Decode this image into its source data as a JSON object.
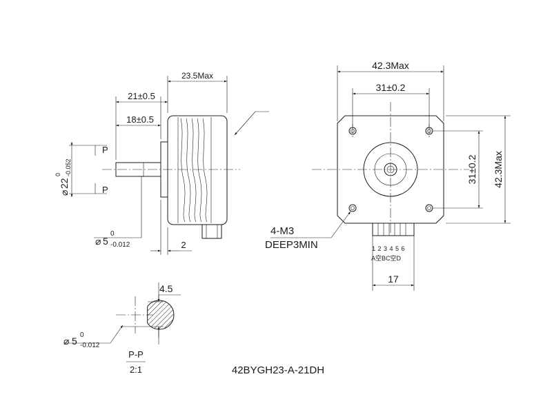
{
  "side_view": {
    "dim_body_length": "23.5Max",
    "dim_shaft_21": "21±0.5",
    "dim_shaft_18": "18±0.5",
    "dim_flange": "2",
    "section_marker": "P",
    "boss_dia_main": "22",
    "boss_dia_upper": "0",
    "boss_dia_lower": "-0.052",
    "shaft_dia_main": "5",
    "shaft_dia_upper": "0",
    "shaft_dia_lower": "-0.012"
  },
  "front_view": {
    "dim_width": "42.3Max",
    "dim_hole_spacing_h": "31±0.2",
    "dim_hole_spacing_v": "31±0.2",
    "dim_height": "42.3Max",
    "thread_callout_line1": "4-M3",
    "thread_callout_line2": "DEEP3MIN",
    "connector_pins": "1 2 3 4 5 6",
    "connector_wires": "A空BC空D",
    "dim_connector": "17"
  },
  "section_view": {
    "dim_flat": "4.5",
    "shaft_dia_main": "5",
    "shaft_dia_upper": "0",
    "shaft_dia_lower": "-0.012",
    "section_label": "P-P",
    "scale": "2:1"
  },
  "model_number": "42BYGH23-A-21DH"
}
